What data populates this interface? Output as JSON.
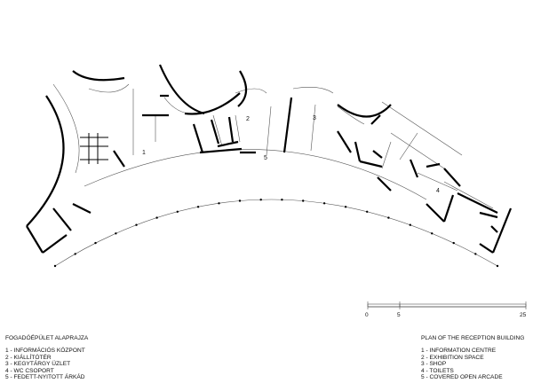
{
  "colors": {
    "ink": "#000000",
    "thin": "#555555",
    "paper": "#ffffff"
  },
  "room_numbers": {
    "r1": "1",
    "r2": "2",
    "r3": "3",
    "r4": "4",
    "r5": "5"
  },
  "scale_bar": {
    "t0": "0",
    "t5": "5",
    "t25": "25"
  },
  "legend_hu": {
    "title": "FOGADÓÉPÜLET ALAPRAJZA",
    "items": [
      "1 - INFORMÁCIÓS KÖZPONT",
      "2 - KIÁLLÍTÓTÉR",
      "3 - KEGYTÁRGY ÜZLET",
      "4 - WC CSOPORT",
      "5 - FEDETT-NYITOTT ÁRKÁD"
    ]
  },
  "legend_en": {
    "title": "PLAN OF THE RECEPTION BUILDING",
    "items": [
      "1 - INFORMATION CENTRE",
      "2 - EXHIBITION SPACE",
      "3 - SHOP",
      "4 - TOILETS",
      "5 - COVERED OPEN ARCADE"
    ]
  }
}
